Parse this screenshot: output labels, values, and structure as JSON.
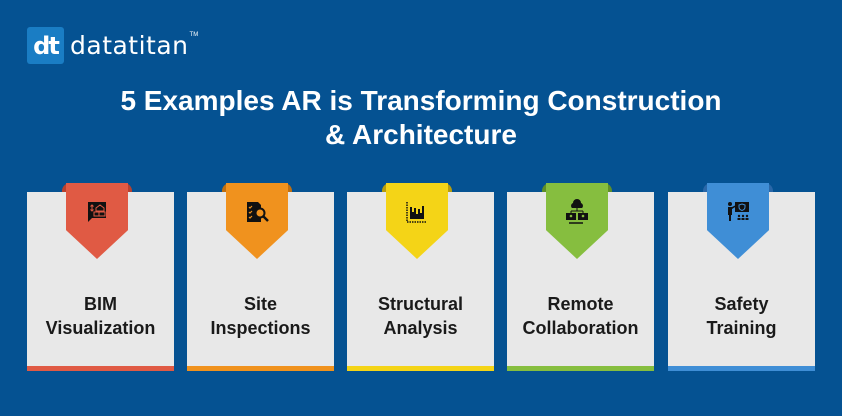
{
  "brand": {
    "mark": "dt",
    "name": "datatitan",
    "tm": "TM"
  },
  "title": {
    "line1": "5 Examples AR is Transforming Construction",
    "line2": "& Architecture"
  },
  "cards": [
    {
      "line1": "BIM",
      "line2": "Visualization",
      "icon": "building-blueprint-icon",
      "color": "#e05a44"
    },
    {
      "line1": "Site",
      "line2": "Inspections",
      "icon": "checklist-magnifier-icon",
      "color": "#f0921e"
    },
    {
      "line1": "Structural",
      "line2": "Analysis",
      "icon": "bar-chart-icon",
      "color": "#f4d417"
    },
    {
      "line1": "Remote",
      "line2": "Collaboration",
      "icon": "cloud-network-icon",
      "color": "#86be3f"
    },
    {
      "line1": "Safety",
      "line2": "Training",
      "icon": "presenter-training-icon",
      "color": "#3f8ed6"
    }
  ],
  "colors": {
    "background": "#055292",
    "card": "#e8e8e8"
  }
}
